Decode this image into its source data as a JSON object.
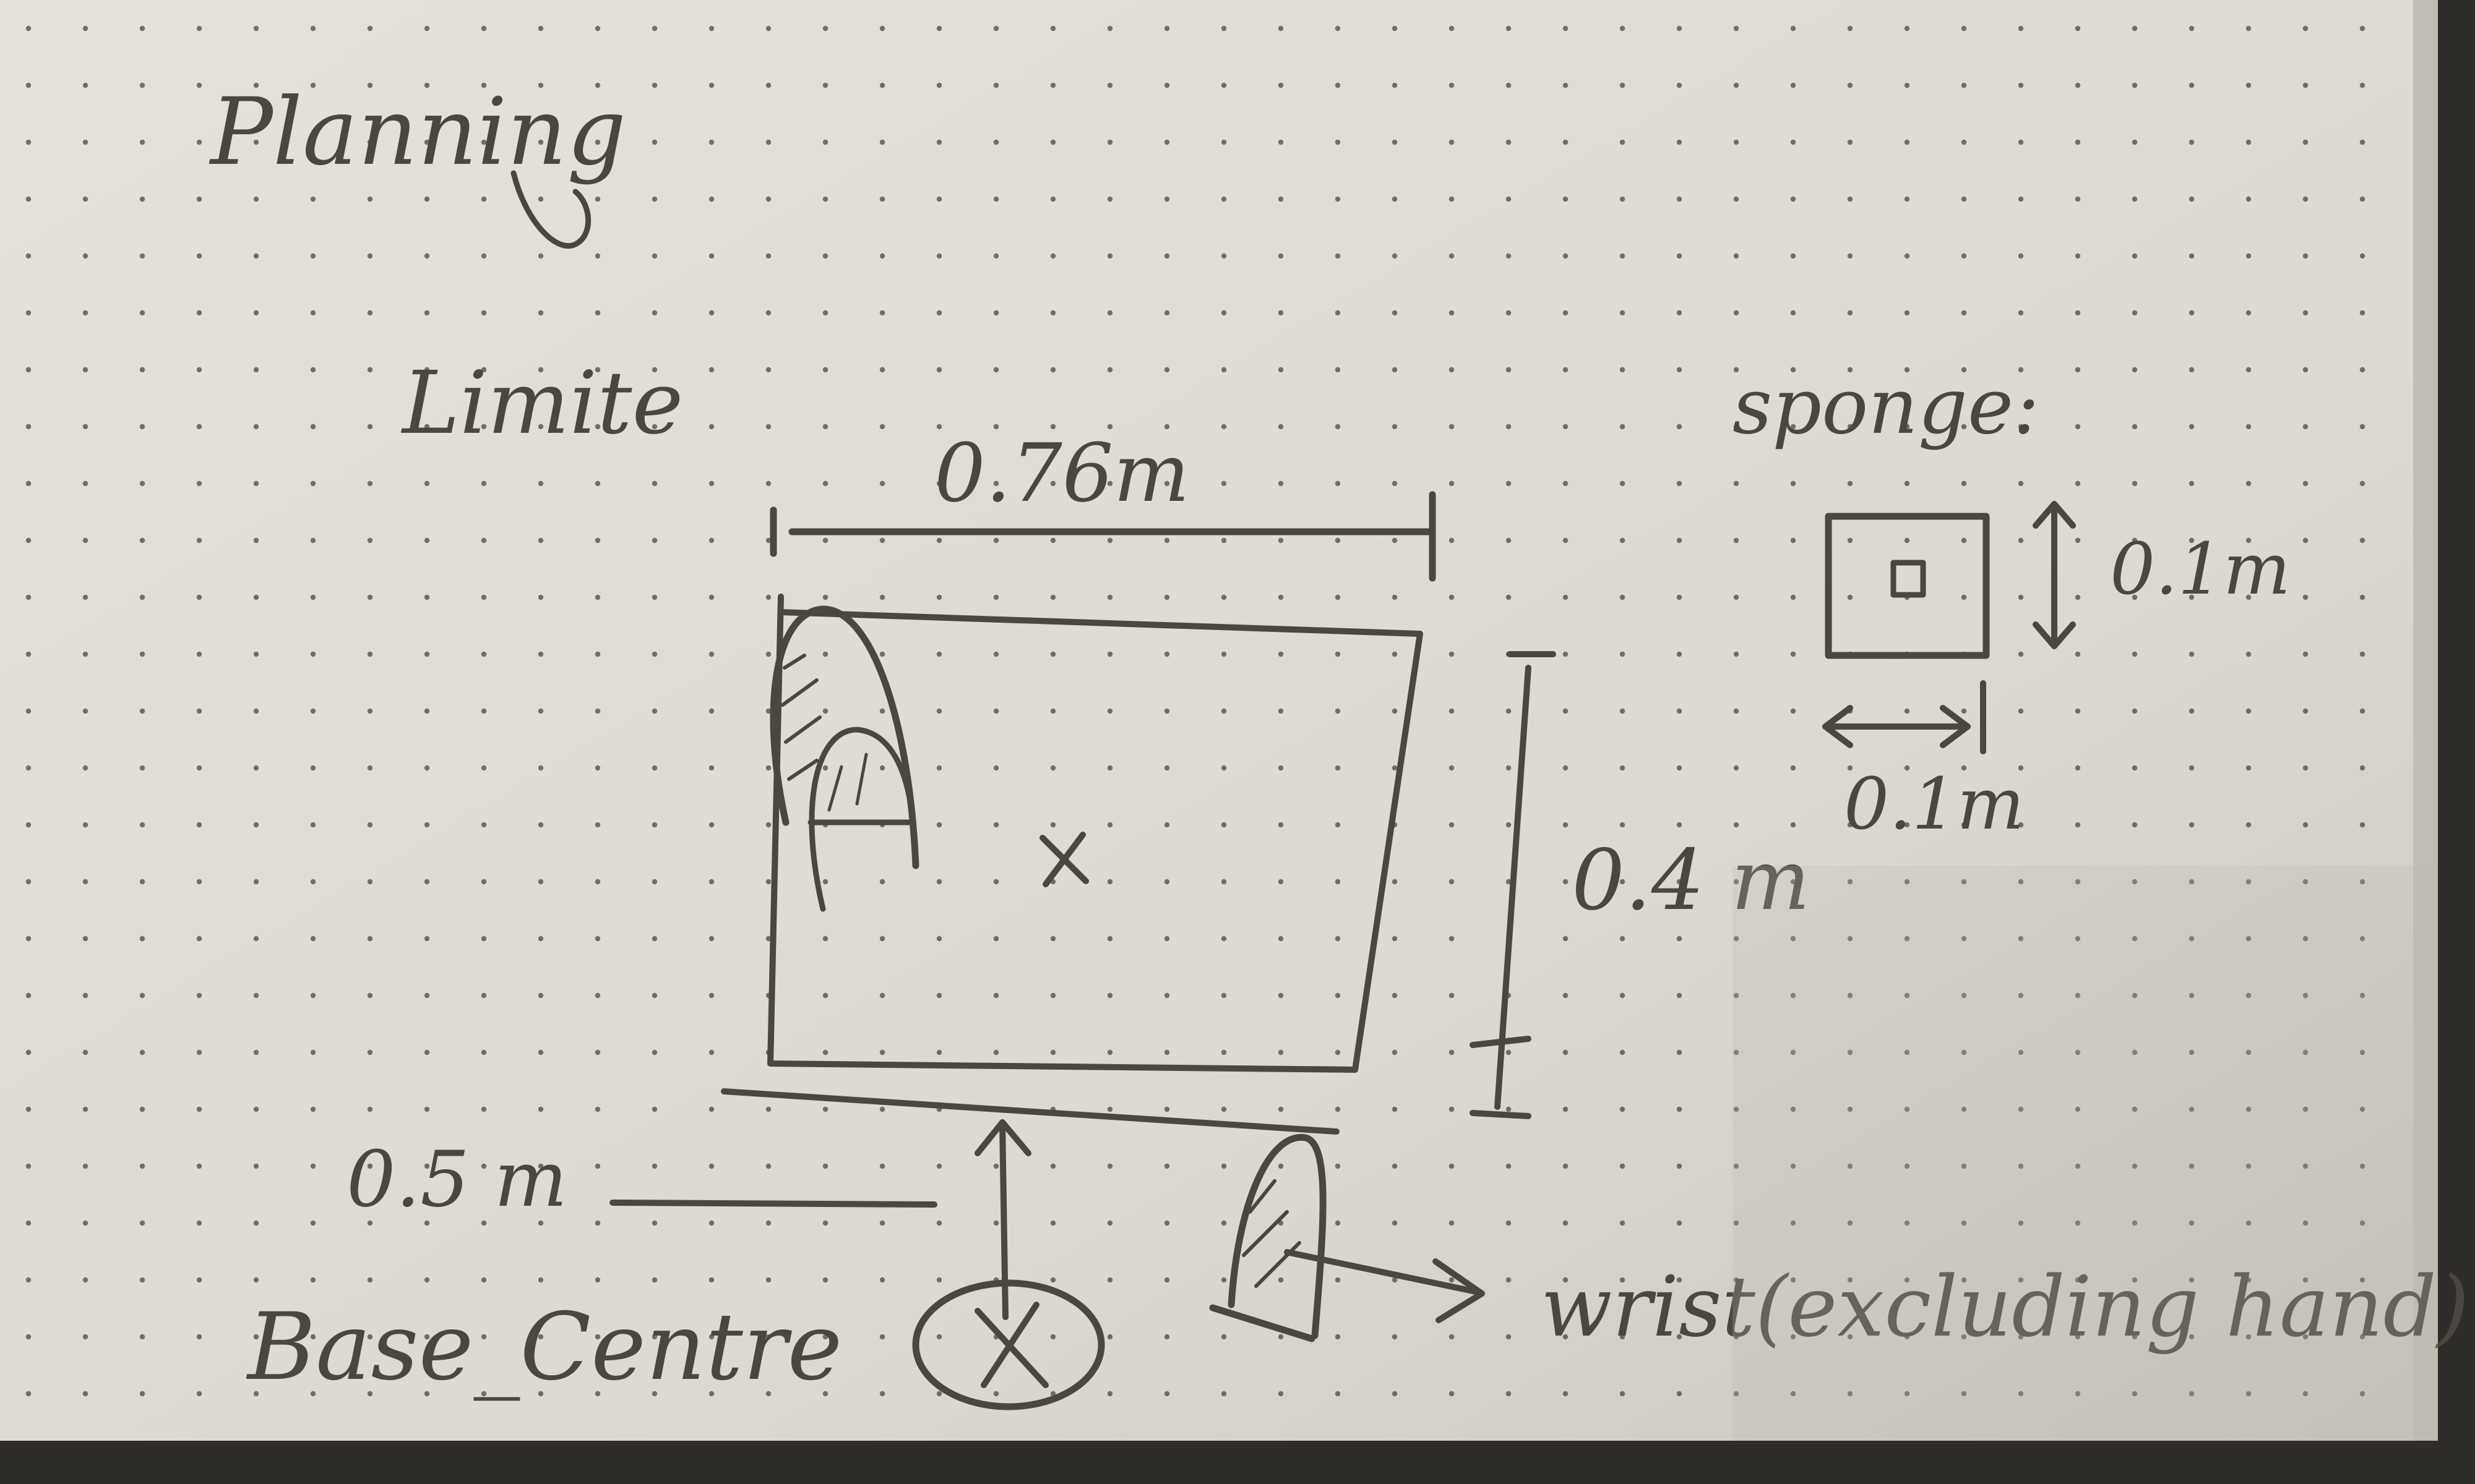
{
  "page": {
    "title": "Planning",
    "limit_label": "Limite"
  },
  "workspace": {
    "width_label": "0.76m",
    "depth_label": "0.4 m",
    "offset_label": "0.5 m"
  },
  "sponge": {
    "label": "sponge:",
    "height_label": "0.1m",
    "width_label": "0.1m"
  },
  "robot": {
    "base_label": "Base_Centre",
    "wrist_label": "wrist(excluding hand)"
  },
  "colors": {
    "paper": "#e4e0d8",
    "ink": "#4a4740",
    "dot": "#55524b",
    "shadow": "#cbc7bf"
  }
}
